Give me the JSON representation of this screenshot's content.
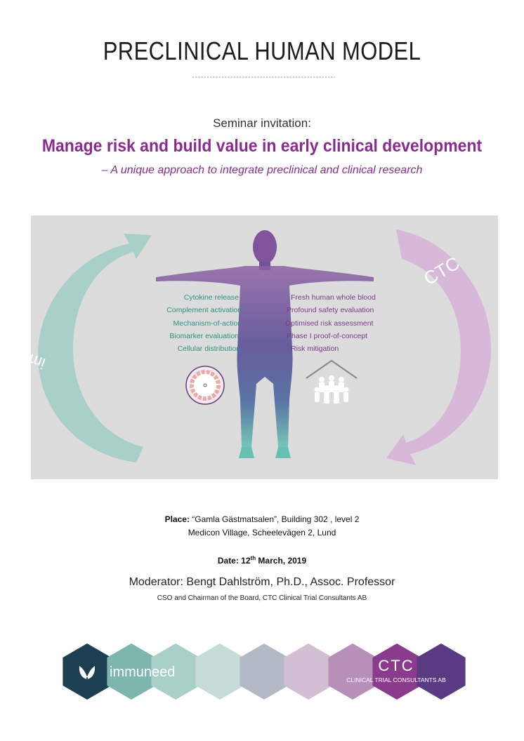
{
  "header": {
    "title": "PRECLINICAL HUMAN MODEL"
  },
  "intro": {
    "seminar_label": "Seminar invitation:",
    "headline": "Manage risk and build value in early clinical development",
    "subheadline": "– A unique approach to integrate preclinical and clinical research"
  },
  "banner": {
    "left_arrow_label": "immuneed",
    "right_arrow_label": "CTC",
    "left_items": [
      "Cytokine release",
      "Complement activation",
      "Mechanism-of-action",
      "Biomarker evaluation",
      "Cellular distribution"
    ],
    "right_items": [
      "Fresh human whole blood",
      "Profound safety evaluation",
      "Optimised risk assessment",
      "Phase I proof-of-concept",
      "Risk mitigation"
    ],
    "colors": {
      "teal": "#a8cfc8",
      "lilac": "#d7b8d9",
      "text_teal": "#2f8f84",
      "text_purple": "#7a3b86",
      "bg": "#dcdcdc"
    }
  },
  "details": {
    "place_label": "Place:",
    "place_value": " “Gamla Gästmatsalen”, Building 302 , level 2",
    "address": "Medicon Village, Scheelevägen 2, Lund",
    "date_prefix": "Date: 12",
    "date_sup": "th",
    "date_suffix": " March, 2019",
    "moderator": "Moderator: Bengt Dahlström, Ph.D., Assoc. Professor",
    "moderator_role": "CSO and Chairman of the Board, CTC Clinical Trial Consultants AB"
  },
  "footer": {
    "immuneed_logo_text": "immuneed",
    "ctc_logo_mark": "CTC",
    "ctc_logo_text": "CLINICAL TRIAL CONSULTANTS AB",
    "hex_colors": [
      "#1d3f52",
      "#7eb5ad",
      "#a8cfc8",
      "#c6dcd8",
      "#b4b9c6",
      "#d3bfd4",
      "#b690b8",
      "#8a3b8c",
      "#5a3a82"
    ]
  }
}
